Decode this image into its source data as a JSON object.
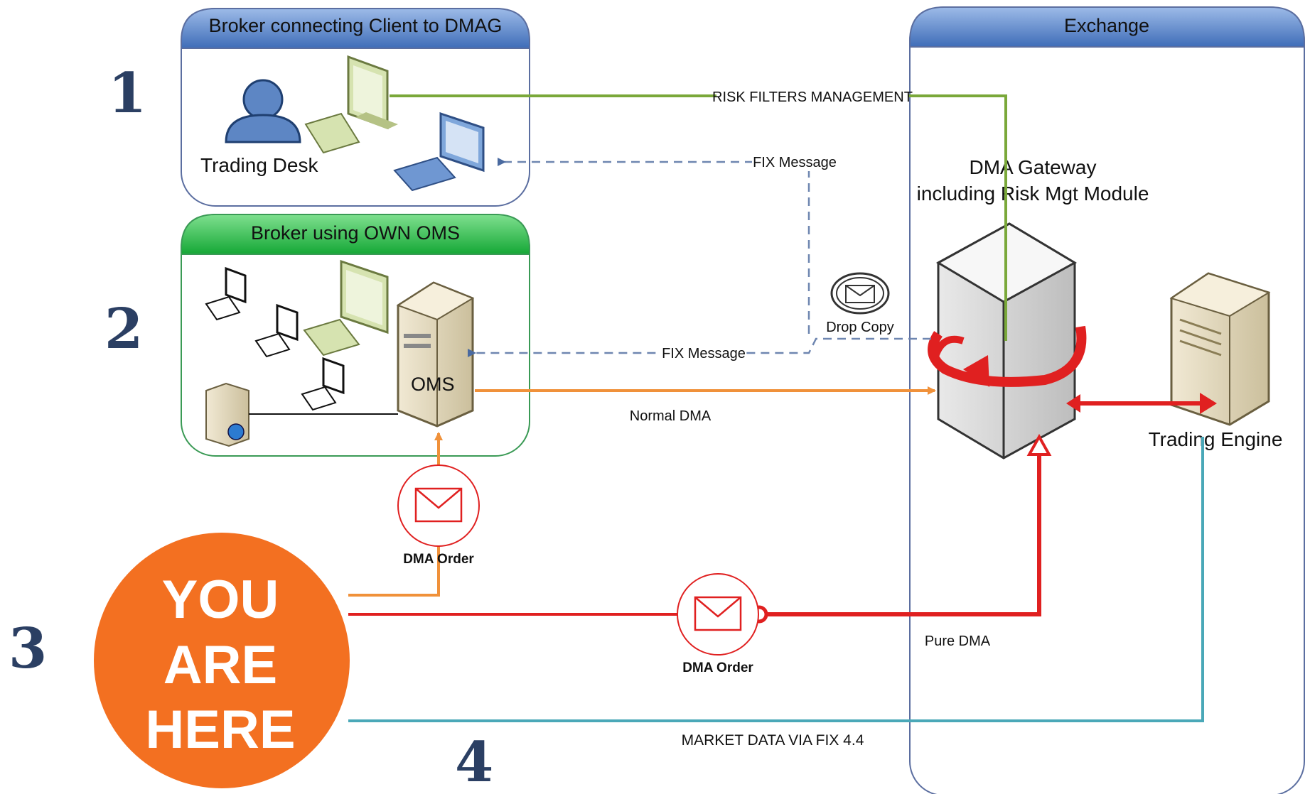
{
  "numbers": {
    "n1": "1",
    "n2": "2",
    "n3": "3",
    "n4": "4"
  },
  "panel_broker_dmag": {
    "title": "Broker connecting Client to DMAG",
    "trading_desk": "Trading Desk"
  },
  "panel_own_oms": {
    "title": "Broker using OWN OMS",
    "oms": "OMS"
  },
  "panel_exchange": {
    "title": "Exchange",
    "gateway_line1": "DMA Gateway",
    "gateway_line2": "including Risk Mgt Module",
    "engine": "Trading Engine"
  },
  "connectors": {
    "risk_filters": "RISK FILTERS MANAGEMENT",
    "fix_message_top": "FIX Message",
    "fix_message_mid": "FIX Message",
    "drop_copy": "Drop Copy",
    "normal_dma": "Normal DMA",
    "dma_order_1": "DMA Order",
    "dma_order_2": "DMA Order",
    "pure_dma": "Pure DMA",
    "market_data": "MARKET DATA VIA FIX 4.4"
  },
  "you_are_here": {
    "line1": "YOU",
    "line2": "ARE",
    "line3": "HERE"
  },
  "colors": {
    "green_line": "#7aa83a",
    "orange_line": "#f0913a",
    "red_line": "#e02020",
    "teal_line": "#4aa8b8",
    "dashed_blue": "#6e86b0",
    "you_circle": "#f37021",
    "panel_blue_header": "#5b82c4",
    "panel_green_header": "#22bb44"
  }
}
